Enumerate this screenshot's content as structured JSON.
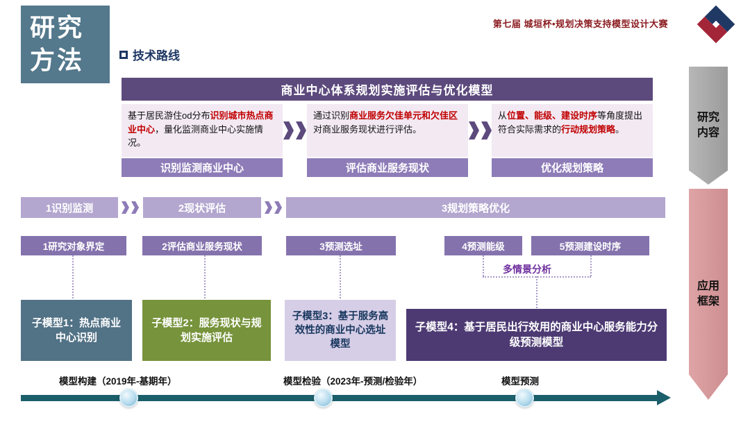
{
  "page": {
    "title_lines": [
      "研究",
      "方法"
    ],
    "competition": "第七届 城垣杯•规划决策支持模型设计大赛",
    "section_title": "技术路线"
  },
  "ribbons": [
    {
      "label": "研究内容"
    },
    {
      "label": "应用框架"
    }
  ],
  "model": {
    "title": "商业中心体系规划实施评估与优化模型",
    "steps": [
      {
        "label": "识别监测商业中心",
        "desc": [
          {
            "t": "基于居民游住od分布",
            "hl": false
          },
          {
            "t": "识别城市热点商业中心",
            "hl": true
          },
          {
            "t": "，量化监测商业中心实施情况。",
            "hl": false
          }
        ]
      },
      {
        "label": "评估商业服务现状",
        "desc": [
          {
            "t": "通过识别",
            "hl": false
          },
          {
            "t": "商业服务欠佳单元和欠佳区",
            "hl": true
          },
          {
            "t": "对商业服务现状进行评估。",
            "hl": false
          }
        ]
      },
      {
        "label": "优化规划策略",
        "desc": [
          {
            "t": "从",
            "hl": false
          },
          {
            "t": "位置、能级、建设时序",
            "hl": true
          },
          {
            "t": "等角度提出符合实际需求的",
            "hl": false
          },
          {
            "t": "行动规划策略",
            "hl": true
          },
          {
            "t": "。",
            "hl": false
          }
        ]
      }
    ]
  },
  "flow": {
    "stages": [
      "1识别监测",
      "2现状评估",
      "3规划策略优化"
    ],
    "tasks": [
      "1研究对象界定",
      "2评估商业服务现状",
      "3预测选址",
      "4预测能级",
      "5预测建设时序"
    ],
    "annotation": "多情景分析"
  },
  "submodels": [
    {
      "label": "子模型1：热点商业中心识别"
    },
    {
      "label": "子模型2：服务现状与规划实施评估"
    },
    {
      "label": "子模型3：基于服务高效性的商业中心选址模型"
    },
    {
      "label": "子模型4：基于居民出行效用的商业中心服务能力分级预测模型"
    }
  ],
  "timeline": {
    "phases": [
      "模型构建（2019年-基期年）",
      "模型检验（2023年-预测/检验年）",
      "模型预测"
    ]
  },
  "colors": {
    "header_purple": "#5d4a7d",
    "step_label_purple": "#8e7cb8",
    "stage_bar_purple": "#b3a6cf",
    "task_purple": "#8472ad",
    "highlight_red": "#c00000",
    "title_slate": "#54788c",
    "submodel_green": "#77933c",
    "submodel_dark_purple": "#4d3a73",
    "submodel_light_purple": "#d6cde6",
    "timeline_teal": "#1b5f6b",
    "ribbon_gray": "#a9a9a9",
    "ribbon_pink": "#d89a9c",
    "competition_red": "#8b1c21"
  }
}
